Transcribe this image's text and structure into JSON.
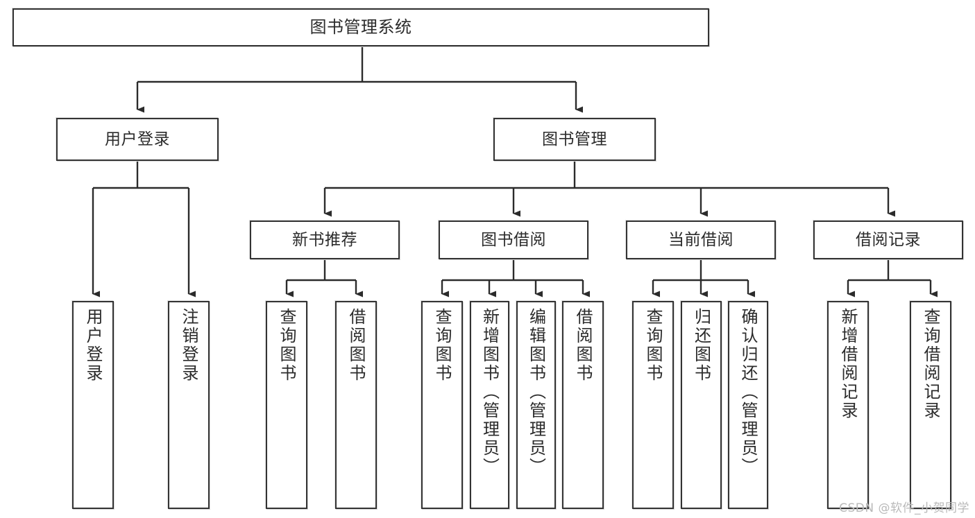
{
  "diagram": {
    "title": "图书管理系统",
    "type": "tree-hierarchy-chart",
    "root": {
      "label": "图书管理系统"
    },
    "level2": [
      {
        "label": "用户登录"
      },
      {
        "label": "图书管理"
      }
    ],
    "level3": [
      {
        "label": "新书推荐"
      },
      {
        "label": "图书借阅"
      },
      {
        "label": "当前借阅"
      },
      {
        "label": "借阅记录"
      }
    ],
    "leaves": [
      {
        "label": "用户登录",
        "parent": "用户登录"
      },
      {
        "label": "注销登录",
        "parent": "用户登录"
      },
      {
        "label": "查询图书",
        "parent": "新书推荐"
      },
      {
        "label": "借阅图书",
        "parent": "新书推荐"
      },
      {
        "label": "查询图书",
        "parent": "图书借阅"
      },
      {
        "label": "新增图书（管理员）",
        "parent": "图书借阅"
      },
      {
        "label": "编辑图书（管理员）",
        "parent": "图书借阅"
      },
      {
        "label": "借阅图书",
        "parent": "图书借阅"
      },
      {
        "label": "查询图书",
        "parent": "当前借阅"
      },
      {
        "label": "归还图书",
        "parent": "当前借阅"
      },
      {
        "label": "确认归还（管理员）",
        "parent": "当前借阅"
      },
      {
        "label": "新增借阅记录",
        "parent": "借阅记录"
      },
      {
        "label": "查询借阅记录",
        "parent": "借阅记录"
      }
    ],
    "watermark": "CSDN @软件_小贺同学",
    "colors": {
      "border": "#333333",
      "fill": "#ffffff",
      "text": "#2b2b2b",
      "connector": "#2b2b2b",
      "watermark": "#b9b9b9"
    }
  }
}
